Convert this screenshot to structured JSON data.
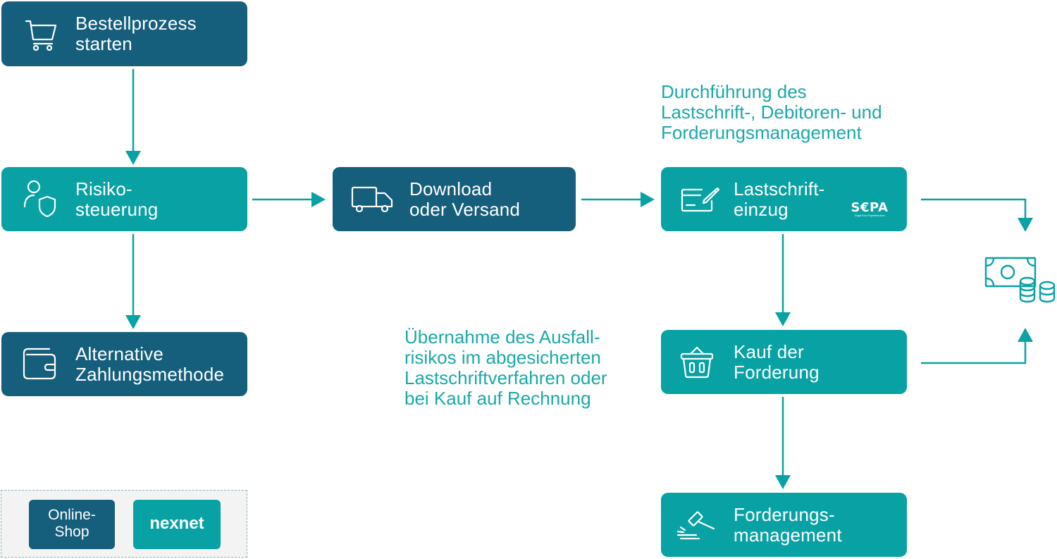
{
  "boxes": {
    "bestell": {
      "line1": "Bestellprozess",
      "line2": "starten",
      "icon": "shopping-cart-icon"
    },
    "risiko": {
      "line1": "Risiko-",
      "line2": "steuerung",
      "icon": "user-shield-icon"
    },
    "alternative": {
      "line1": "Alternative",
      "line2": "Zahlungsmethode",
      "icon": "wallet-icon"
    },
    "download": {
      "line1": "Download",
      "line2": "oder Versand",
      "icon": "delivery-truck-icon"
    },
    "lastschrift": {
      "line1": "Lastschrift-",
      "line2": "einzug",
      "icon": "signed-card-icon",
      "badge": "S€PA",
      "badge_sub": "Single Euro Payments Area"
    },
    "kauf": {
      "line1": "Kauf der",
      "line2": "Forderung",
      "icon": "shopping-basket-icon"
    },
    "forderungs": {
      "line1": "Forderungs-",
      "line2": "management",
      "icon": "gavel-icon"
    }
  },
  "captions": {
    "durchfuehrung": [
      "Durchführung des",
      "Lastschrift-, Debitoren- und",
      "Forderungsmanagement"
    ],
    "uebernahme": [
      "Übernahme des Ausfall-",
      "risikos im abgesicherten",
      "Lastschriftverfahren oder",
      "bei Kauf auf Rechnung"
    ]
  },
  "payout_icon": "money-coins-icon",
  "legend": {
    "online_shop": [
      "Online-",
      "Shop"
    ],
    "nexnet": "nexnet"
  },
  "colors": {
    "dark": "#155e7c",
    "teal": "#08a2a4",
    "caption": "#1aa8aa"
  }
}
